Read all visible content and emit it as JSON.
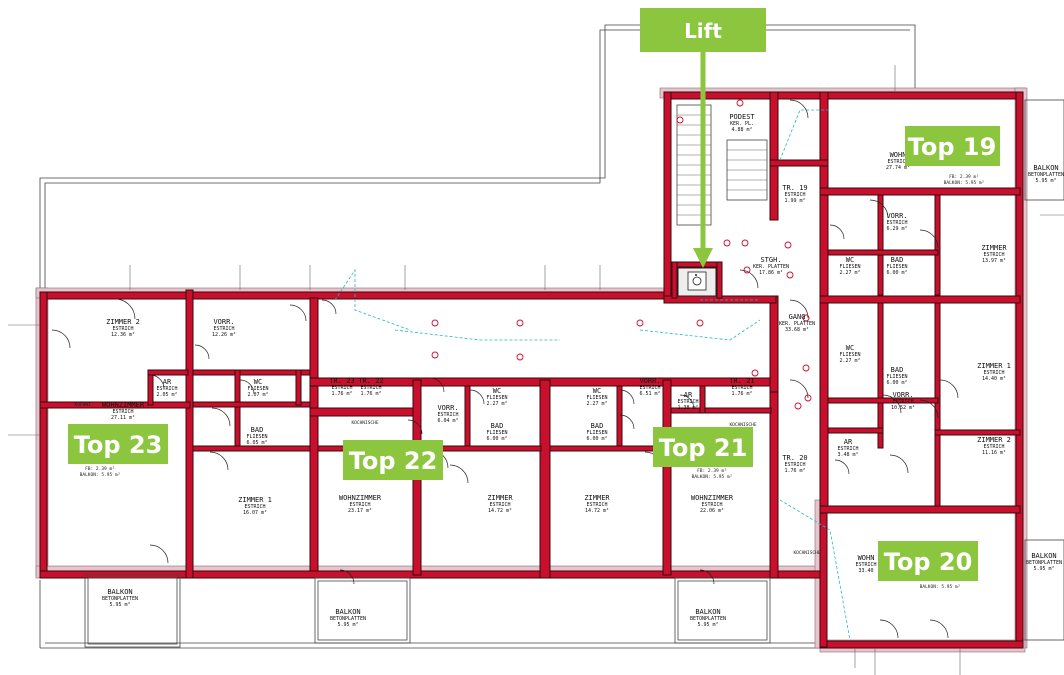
{
  "tags": {
    "lift": "Lift",
    "top19": "Top 19",
    "top20": "Top 20",
    "top21": "Top 21",
    "top22": "Top 22",
    "top23": "Top 23"
  },
  "colors": {
    "tag_green": "#8cc63f",
    "wall_red": "#c8102e",
    "outer_skin": "#e7c3cc",
    "ramp_cyan": "#22b8c8"
  },
  "rooms": {
    "podest": {
      "name": "PODEST",
      "floor": "KER. PL.",
      "area": "4.88 m²"
    },
    "stgh": {
      "name": "STGH.",
      "floor": "KER. PLATTEN",
      "area": "17.86 m²"
    },
    "gang": {
      "name": "GANG",
      "floor": "KER. PLATTEN",
      "area": "33.68 m²"
    },
    "tr19": {
      "name": "TR. 19",
      "floor": "ESTRICH",
      "area": "1.99 m²"
    },
    "tr20": {
      "name": "TR. 20",
      "floor": "ESTRICH",
      "area": "1.76 m²"
    },
    "tr21": {
      "name": "TR. 21",
      "floor": "ESTRICH",
      "area": "1.76 m²"
    },
    "tr22": {
      "name": "TR. 22",
      "floor": "ESTRICH",
      "area": "1.76 m²"
    },
    "tr23": {
      "name": "TR. 23",
      "floor": "ESTRICH",
      "area": "1.76 m²"
    },
    "t19_wohn": {
      "name": "WOHN",
      "floor": "ESTRICH",
      "area": "27.74 m²"
    },
    "t19_vorr": {
      "name": "VORR.",
      "floor": "ESTRICH",
      "area": "6.29 m²"
    },
    "t19_wc": {
      "name": "WC",
      "floor": "FLIESEN",
      "area": "2.27 m²"
    },
    "t19_bad": {
      "name": "BAD",
      "floor": "FLIESEN",
      "area": "6.00 m²"
    },
    "t19_zimmer": {
      "name": "ZIMMER",
      "floor": "ESTRICH",
      "area": "13.97 m²"
    },
    "t20_wc": {
      "name": "WC",
      "floor": "FLIESEN",
      "area": "2.27 m²"
    },
    "t20_bad": {
      "name": "BAD",
      "floor": "FLIESEN",
      "area": "6.00 m²"
    },
    "t20_zimmer1": {
      "name": "ZIMMER 1",
      "floor": "ESTRICH",
      "area": "14.40 m²"
    },
    "t20_vorr": {
      "name": "VORR.",
      "floor": "ESTRICH",
      "area": "10.52 m²"
    },
    "t20_ar": {
      "name": "AR",
      "floor": "ESTRICH",
      "area": "3.48 m²"
    },
    "t20_zimmer2": {
      "name": "ZIMMER 2",
      "floor": "ESTRICH",
      "area": "11.16 m²"
    },
    "t20_wohn": {
      "name": "WOHN",
      "floor": "ESTRICH",
      "area": "33.40"
    },
    "t21_ar": {
      "name": "AR",
      "floor": "ESTRICH",
      "area": "1.38 m²"
    },
    "t21_vorr": {
      "name": "VORR.",
      "floor": "ESTRICH",
      "area": "6.51 m²"
    },
    "t21_wc": {
      "name": "WC",
      "floor": "FLIESEN",
      "area": "2.27 m²"
    },
    "t21_bad": {
      "name": "BAD",
      "floor": "FLIESEN",
      "area": "6.00 m²"
    },
    "t21_zimmer": {
      "name": "ZIMMER",
      "floor": "ESTRICH",
      "area": "14.72 m²"
    },
    "t21_wohn": {
      "name": "WOHNZIMMER",
      "floor": "ESTRICH",
      "area": "22.06 m²"
    },
    "t22_vorr": {
      "name": "VORR.",
      "floor": "ESTRICH",
      "area": "6.04 m²"
    },
    "t22_wc": {
      "name": "WC",
      "floor": "FLIESEN",
      "area": "2.27 m²"
    },
    "t22_bad": {
      "name": "BAD",
      "floor": "FLIESEN",
      "area": "6.00 m²"
    },
    "t22_zimmer": {
      "name": "ZIMMER",
      "floor": "ESTRICH",
      "area": "14.72 m²"
    },
    "t22_wohn": {
      "name": "WOHNZIMMER",
      "floor": "ESTRICH",
      "area": "23.17 m²"
    },
    "t23_zimmer2": {
      "name": "ZIMMER 2",
      "floor": "ESTRICH",
      "area": "12.36 m²"
    },
    "t23_vorr": {
      "name": "VORR.",
      "floor": "ESTRICH",
      "area": "12.26 m²"
    },
    "t23_ar": {
      "name": "AR",
      "floor": "ESTRICH",
      "area": "2.05 m²"
    },
    "t23_wc": {
      "name": "WC",
      "floor": "FLIESEN",
      "area": "2.07 m²"
    },
    "t23_bad": {
      "name": "BAD",
      "floor": "FLIESEN",
      "area": "6.05 m²"
    },
    "t23_wohn": {
      "name": "WOHNZIMMER",
      "floor": "ESTRICH",
      "area": "27.11 m²"
    },
    "t23_zimmer1": {
      "name": "ZIMMER 1",
      "floor": "ESTRICH",
      "area": "16.07 m²"
    }
  },
  "kochnische": "KOCHNISCHE",
  "kochni_short": "KOCHNI.",
  "balkon": {
    "name": "BALKON",
    "floor": "BETONPLATTEN",
    "area": "5.95 m²"
  },
  "balkon_note": "BALKON: 5.95 m²",
  "fb_note": "FB: 2.39 m²"
}
